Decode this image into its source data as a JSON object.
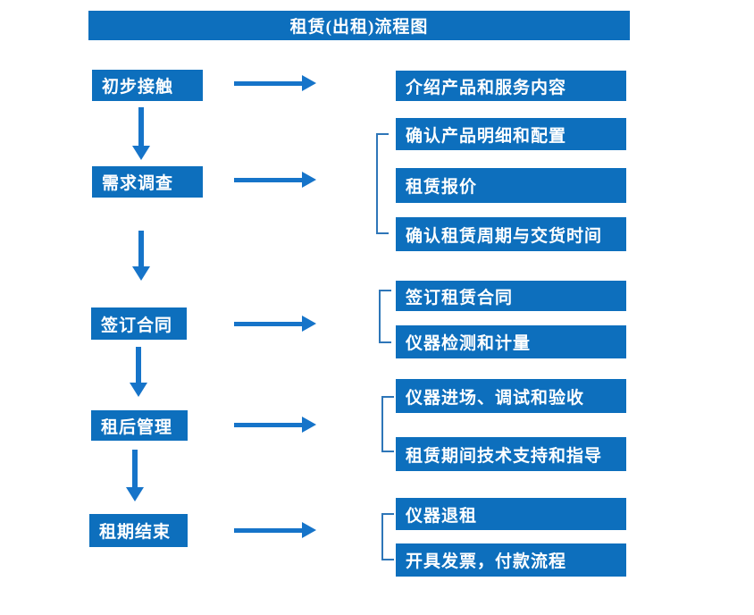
{
  "title": "租赁(出租)流程图",
  "colors": {
    "box-blue": "#0d6fbd",
    "arrow-blue": "#1674c9",
    "bracket-blue": "#2e76b8",
    "text-white": "#ffffff",
    "page-bg": "#ffffff"
  },
  "flow": {
    "stages": [
      {
        "label": "初步接触",
        "outputs": [
          "介绍产品和服务内容"
        ]
      },
      {
        "label": "需求调查",
        "outputs": [
          "确认产品明细和配置",
          "租赁报价",
          "确认租赁周期与交货时间"
        ]
      },
      {
        "label": "签订合同",
        "outputs": [
          "签订租赁合同",
          "仪器检测和计量"
        ]
      },
      {
        "label": "租后管理",
        "outputs": [
          "仪器进场、调试和验收",
          "租赁期间技术支持和指导"
        ]
      },
      {
        "label": "租期结束",
        "outputs": [
          "仪器退租",
          "开具发票，付款流程"
        ]
      }
    ]
  }
}
